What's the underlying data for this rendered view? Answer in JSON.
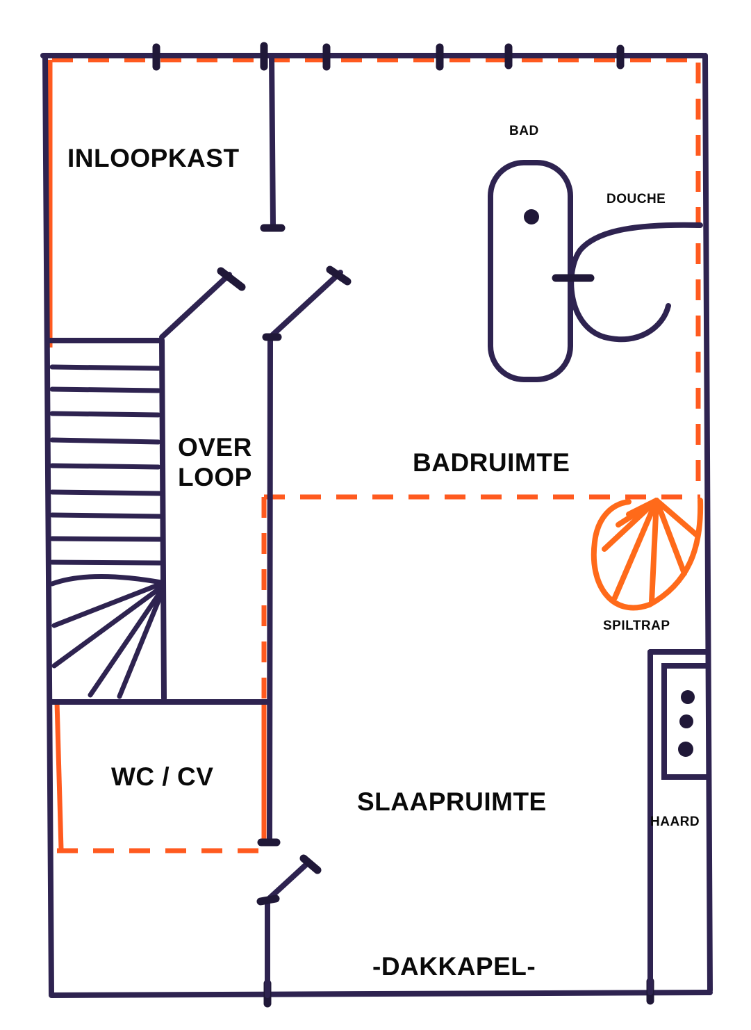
{
  "plan": {
    "colors": {
      "wall": "#2e2350",
      "new_wall": "#ff5a1f",
      "spiral_stair": "#ff6a1a",
      "text": "#0a0a0a",
      "background": "#ffffff"
    },
    "rooms": {
      "inloopkast": "INLOOPKAST",
      "overloop_line1": "OVER",
      "overloop_line2": "LOOP",
      "badruimte": "BADRUIMTE",
      "wc_cv": "WC / CV",
      "slaapruimte": "SLAAPRUIMTE",
      "dakkapel": "-DAKKAPEL-"
    },
    "fixtures": {
      "bad": "BAD",
      "douche": "DOUCHE",
      "spiltrap": "SPILTRAP",
      "haard": "HAARD"
    }
  }
}
